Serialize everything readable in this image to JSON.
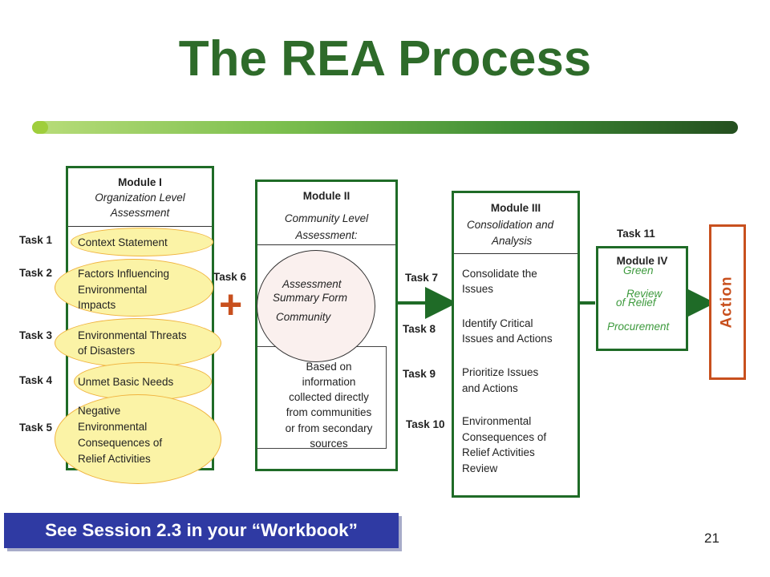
{
  "title": "The REA Process",
  "modules": {
    "m1": {
      "label": "Module I",
      "subtitle_line1": "Organization Level",
      "subtitle_line2": "Assessment",
      "items": [
        "Context Statement",
        "Factors Influencing",
        "Environmental",
        "Impacts",
        "Environmental Threats",
        "of Disasters",
        "Unmet Basic Needs",
        "Negative",
        "Environmental",
        "Consequences of",
        "Relief Activities"
      ]
    },
    "m2": {
      "label": "Module II",
      "subtitle_line1": "Community Level",
      "subtitle_line2": "Assessment:",
      "ellipse_line1": "Assessment",
      "ellipse_line2": "Summary Form",
      "ellipse_line3": "Community",
      "note": [
        "Based on",
        "information",
        "collected directly",
        "from communities",
        "or from secondary",
        "sources"
      ]
    },
    "m3": {
      "label": "Module III",
      "subtitle_line1": "Consolidation and",
      "subtitle_line2": "Analysis",
      "items": [
        "Consolidate the",
        "Issues",
        "Identify Critical",
        "Issues and Actions",
        "Prioritize Issues",
        "and Actions",
        "Environmental",
        "Consequences of",
        "Relief Activities",
        "Review"
      ]
    },
    "m4": {
      "label": "Module IV",
      "green": "Green",
      "review": "Review",
      "of_relief": "of Relief",
      "procurement": "Procurement"
    }
  },
  "tasks": [
    "Task 1",
    "Task 2",
    "Task 3",
    "Task 4",
    "Task 5",
    "Task 6",
    "Task 7",
    "Task 8",
    "Task 9",
    "Task 10",
    "Task 11"
  ],
  "plus": "+",
  "action": "Action",
  "footer": "See  Session 2.3 in your “Workbook”",
  "page_number": "21",
  "colors": {
    "title": "#2e6b2a",
    "module_border": "#1f6b27",
    "action": "#c8501e",
    "footer_bg": "#2f3aa3"
  }
}
